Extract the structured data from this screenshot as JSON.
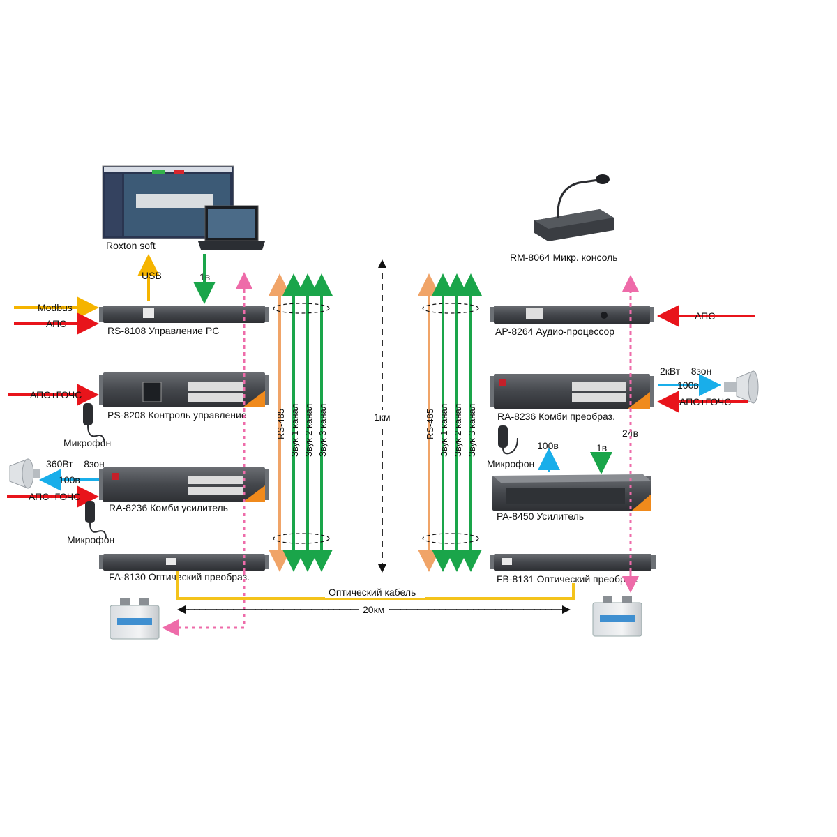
{
  "colors": {
    "alarm": "#e8141b",
    "modbus": "#f5b400",
    "audio100v": "#19aeea",
    "control1v": "#1aa54a",
    "power": "#ee6ba9",
    "rs485": "#f0a468",
    "optic": "#f4c31b",
    "rack": "#4a4d52",
    "rackDark": "#2e3034",
    "accent": "#f08a1c"
  },
  "left": {
    "roxton_soft": "Roxton soft",
    "usb": "USB",
    "in_1v": "1в",
    "modbus": "Modbus",
    "aps1": "АПС",
    "rs8108": "RS-8108 Управление PC",
    "aps_gochs1": "АПС+ГОЧС",
    "ps8208": "PS-8208 Контроль управление",
    "mic1": "Микрофон",
    "power_360": "360Вт – 8зон",
    "v100": "100в",
    "aps_gochs2": "АПС+ГОЧС",
    "ra8236": "RA-8236 Комби усилитель",
    "mic2": "Микрофон",
    "fa8130": "FA-8130 Оптический преобраз."
  },
  "right": {
    "rm8064": "RM-8064 Микр. консоль",
    "aps": "АПС",
    "ap8264": "AP-8264 Аудио-процессор",
    "power_2k": "2кВт – 8зон",
    "v100": "100в",
    "aps_gochs": "АПС+ГОЧС",
    "ra8236": "RA-8236 Комби преобраз.",
    "v24": "24в",
    "mic": "Микрофон",
    "v100b": "100в",
    "v1": "1в",
    "pa8450": "PA-8450  Усилитель",
    "fb8131": "FB-8131 Оптический преобраз."
  },
  "bus": {
    "rs485": "RS-485",
    "ch1": "Звук 1 канал",
    "ch2": "Звук 2 канал",
    "ch3": "Звук 3 канал"
  },
  "distance": "1км",
  "optic_cable": "Оптический кабель",
  "range": "20км",
  "icons": [
    "monitor-icon",
    "laptop-icon",
    "microphone-console-icon",
    "horn-speaker-icon",
    "handheld-microphone-icon",
    "battery-icon",
    "rack-unit-icon"
  ]
}
